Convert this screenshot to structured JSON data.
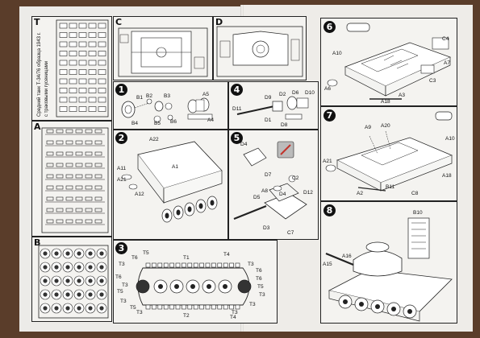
{
  "colors": {
    "background": "#5a3d2a",
    "paper": "#ecebe8",
    "ink": "#1a1a1a"
  },
  "sprues": {
    "t": "T",
    "a": "A",
    "b": "B",
    "c": "C",
    "d": "D"
  },
  "vertical_title_lines": [
    "Средний танк Т-34/76 образца 1943 г.",
    "с траковыми гусеницами"
  ],
  "steps": {
    "s1": {
      "num": "1",
      "labels": [
        "A5",
        "B1",
        "B2",
        "B3",
        "B4",
        "B5",
        "B6",
        "A4"
      ]
    },
    "s2": {
      "num": "2",
      "labels": [
        "A22",
        "A1",
        "A11",
        "A21",
        "A12"
      ]
    },
    "s3": {
      "num": "3",
      "labels": [
        "T6",
        "T5",
        "T1",
        "T4",
        "T3",
        "T3",
        "T6",
        "T3",
        "T5",
        "T3",
        "T2",
        "T3",
        "T3",
        "T4",
        "T6",
        "T5",
        "T3",
        "T6",
        "T3",
        "T5"
      ]
    },
    "s4": {
      "num": "4",
      "labels": [
        "D9",
        "D2",
        "D6",
        "D10",
        "D11",
        "D1",
        "D8"
      ]
    },
    "s5": {
      "num": "5",
      "labels": [
        "D4",
        "D7",
        "C2",
        "A8",
        "D4",
        "D12",
        "D5",
        "D3",
        "C7"
      ]
    },
    "s6": {
      "num": "6",
      "labels": [
        "C4",
        "A10",
        "A7",
        "A6",
        "A3",
        "C3",
        "A18"
      ]
    },
    "s7": {
      "num": "7",
      "labels": [
        "A9",
        "A20",
        "A10",
        "A21",
        "A2",
        "B11",
        "C8",
        "A18"
      ]
    },
    "s8": {
      "num": "8",
      "labels": [
        "B10",
        "A16",
        "A15"
      ]
    }
  }
}
